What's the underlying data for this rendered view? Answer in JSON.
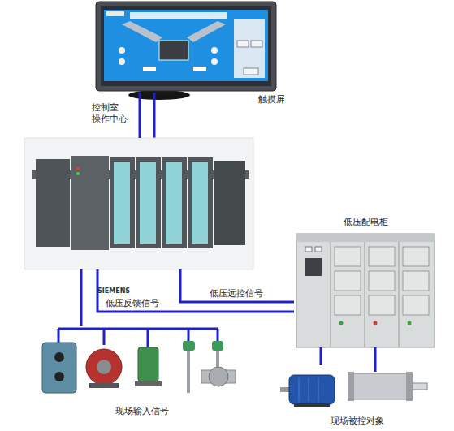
{
  "diagram": {
    "nodes": [
      {
        "text": [
          "触摸屏"
        ]
      },
      {
        "text": [
          "SIEMENS"
        ]
      },
      {
        "text": [
          "低压配电柜"
        ]
      },
      {
        "text": [
          "现场输入信号"
        ]
      },
      {
        "text": [
          "现场被控对象"
        ]
      }
    ],
    "edges": [
      {
        "from": 0,
        "to": 1,
        "arrow": "none"
      },
      {
        "from": 1,
        "to": 2,
        "label": "低压远控信号",
        "arrow": "none"
      },
      {
        "from": 2,
        "to": 1,
        "label": "低压反馈信号",
        "arrow": "none"
      },
      {
        "from": 1,
        "to": 3,
        "arrow": "none"
      },
      {
        "from": 2,
        "to": 4,
        "arrow": "none"
      }
    ],
    "labels": [
      "控制室 操作中心"
    ]
  }
}
